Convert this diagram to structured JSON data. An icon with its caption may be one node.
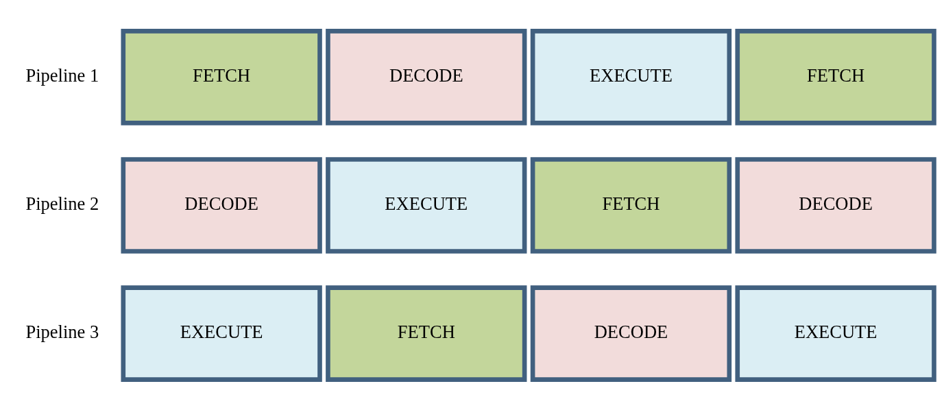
{
  "diagram": {
    "nodes": [
      {
        "text": [
          "FETCH"
        ]
      },
      {
        "text": [
          "DECODE"
        ]
      },
      {
        "text": [
          "EXECUTE"
        ]
      },
      {
        "text": [
          "FETCH"
        ]
      },
      {
        "text": [
          "DECODE"
        ]
      },
      {
        "text": [
          "EXECUTE"
        ]
      },
      {
        "text": [
          "FETCH"
        ]
      },
      {
        "text": [
          "DECODE"
        ]
      },
      {
        "text": [
          "EXECUTE"
        ]
      },
      {
        "text": [
          "FETCH"
        ]
      },
      {
        "text": [
          "DECODE"
        ]
      },
      {
        "text": [
          "EXECUTE"
        ]
      }
    ],
    "labels": [
      "Pipeline 1",
      "Pipeline 2",
      "Pipeline 3"
    ]
  }
}
